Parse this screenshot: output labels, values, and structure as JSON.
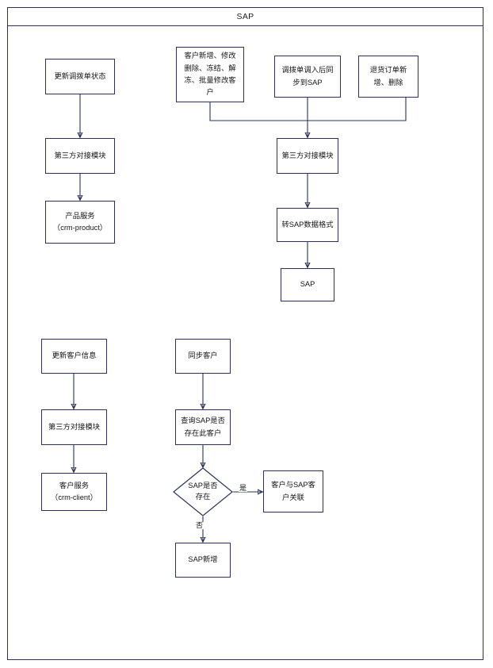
{
  "container": {
    "title": "SAP"
  },
  "nodes": {
    "update_transfer_status": {
      "label": "更新调拨单状态"
    },
    "third_party_left_top": {
      "label": "第三方对接模块"
    },
    "product_service": {
      "label": "产品服务\n（crm-product）"
    },
    "customer_ops": {
      "label": "客户新增、修改删除、冻结、解冻、批量修改客户"
    },
    "transfer_sync_sap": {
      "label": "调拨单调入后同步到SAP"
    },
    "return_order_ops": {
      "label": "退货订单新增、删除"
    },
    "third_party_right": {
      "label": "第三方对接模块"
    },
    "convert_sap_format": {
      "label": "转SAP数据格式"
    },
    "sap_system": {
      "label": "SAP"
    },
    "update_customer_info": {
      "label": "更新客户信息"
    },
    "third_party_left_bottom": {
      "label": "第三方对接模块"
    },
    "client_service": {
      "label": "客户服务\n（crm-client）"
    },
    "sync_customer": {
      "label": "同步客户"
    },
    "query_sap_customer": {
      "label": "查询SAP是否存在此客户"
    },
    "decision_sap_exists": {
      "label": "SAP是否\n存在"
    },
    "link_customer_sap": {
      "label": "客户与SAP客户关联"
    },
    "sap_create": {
      "label": "SAP新增"
    }
  },
  "edge_labels": {
    "yes": "是",
    "no": "否"
  },
  "colors": {
    "stroke": "#2b3254",
    "background": "#ffffff",
    "text": "#141414"
  }
}
